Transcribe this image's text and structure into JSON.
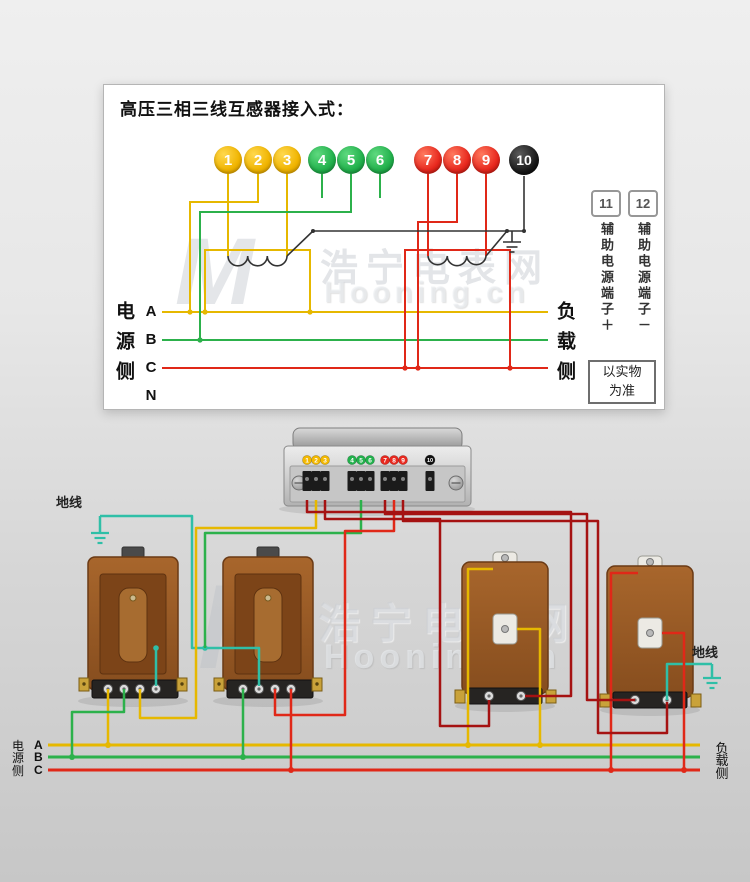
{
  "colors": {
    "phase_a_yellow": "#e6b800",
    "phase_b_green": "#2cb14b",
    "phase_c_red": "#e02818",
    "ct_circuit_dark_red": "#a51212",
    "ground_teal": "#2fbfa7",
    "schematic_black": "#333333",
    "transformer_brown": "#9c5b26",
    "terminal_yellow": "#f3b800",
    "terminal_green": "#22b14c",
    "terminal_red": "#e8281e",
    "terminal_black": "#111111"
  },
  "panel": {
    "title": "高压三相三线互感器接入式：",
    "terminal_labels": [
      "1",
      "2",
      "3",
      "4",
      "5",
      "6",
      "7",
      "8",
      "9",
      "10"
    ],
    "source_side_label": "电源侧",
    "load_side_label": "负载侧",
    "phase_labels": [
      "A",
      "B",
      "C",
      "N"
    ],
    "aux_terminals": [
      {
        "num": "11",
        "label": "辅助电源端子＋"
      },
      {
        "num": "12",
        "label": "辅助电源端子－"
      }
    ],
    "note": "以实物为准"
  },
  "meter": {
    "terminal_labels": [
      "1",
      "2",
      "3",
      "4",
      "5",
      "6",
      "7",
      "8",
      "9",
      "10"
    ]
  },
  "field": {
    "ground_left_label": "地线",
    "ground_right_label": "地线",
    "source_rows": [
      {
        "cn": "电",
        "phase": "A"
      },
      {
        "cn": "源",
        "phase": "B"
      },
      {
        "cn": "侧",
        "phase": "C"
      }
    ],
    "load_rows": [
      "负",
      "载",
      "侧"
    ]
  },
  "watermark": {
    "cn": "浩宁电表网",
    "en": "Hooning.cn"
  }
}
